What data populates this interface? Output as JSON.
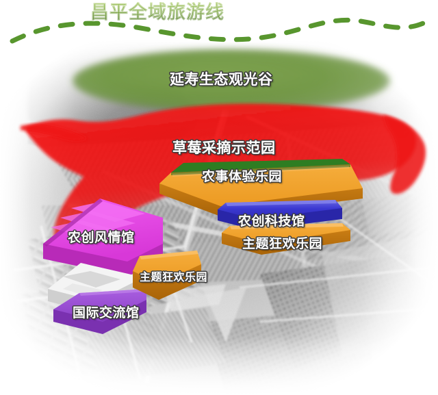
{
  "header": {
    "title": "昌平全域旅游线",
    "title_gradient_from": "#9ec44e",
    "title_gradient_to": "#4e7c1c",
    "decoration": "dashed-green-curve"
  },
  "map": {
    "type": "aerial-photo-illustration",
    "base_style": "grayscale-aerial-photograph",
    "background_color": "#ffffff",
    "zones": [
      {
        "id": "yanshou-eco-valley",
        "label": "延寿生态观光谷",
        "shape": "ellipse",
        "color": "#6f9a3e",
        "label_color": "#ffffff"
      },
      {
        "id": "strawberry-picking-demo-park",
        "label": "草莓采摘示范园",
        "shape": "irregular-region",
        "color": "#f01010",
        "label_color": "#ffffff"
      },
      {
        "id": "farming-experience-park",
        "label": "农事体验乐园",
        "shape": "extruded-polygon",
        "color": "#2e7d22",
        "label_color": "#ffffff"
      },
      {
        "id": "agri-innovation-tech-hall",
        "label": "农创科技馆",
        "shape": "extruded-polygon",
        "color": "#3a38d0",
        "label_color": "#ffffff"
      },
      {
        "id": "theme-carnival-park-main",
        "label": "主题狂欢乐园",
        "shape": "extruded-polygon",
        "color": "#f0a030",
        "label_color": "#ffffff"
      },
      {
        "id": "agri-innovation-folk-hall",
        "label": "农创风情馆",
        "shape": "extruded-building-cluster",
        "color": "#e848e8",
        "label_color": "#ffffff"
      },
      {
        "id": "theme-carnival-park-secondary",
        "label": "主题狂欢乐园",
        "shape": "extruded-quad",
        "color": "#f0a030",
        "label_color": "#ffffff"
      },
      {
        "id": "international-exchange-hall",
        "label": "国际交流馆",
        "shape": "extruded-quad",
        "color": "#9b4ed8",
        "label_color": "#ffffff"
      },
      {
        "id": "white-building",
        "label": "",
        "shape": "extruded-building",
        "color": "#f2f2f2",
        "label_color": "#ffffff"
      }
    ],
    "orange_large_color": "#f0a030",
    "orange_top_color": "#2e7d22"
  }
}
